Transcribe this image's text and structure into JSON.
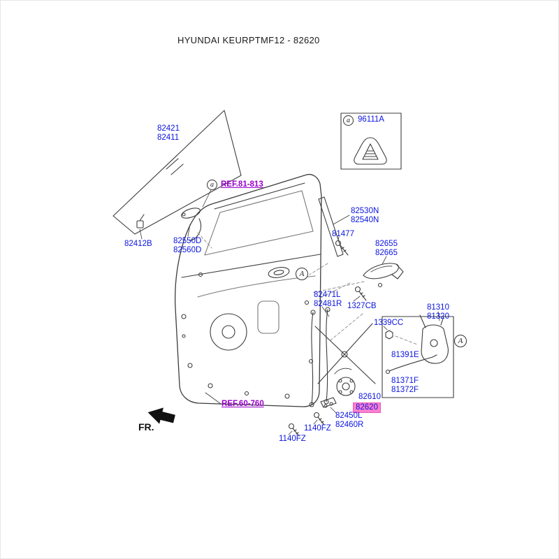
{
  "title": "HYUNDAI KEURPTMF12 - 82620",
  "colors": {
    "label_blue": "#0a14e0",
    "ref_purple": "#9900cc",
    "highlight_pink": "#ff7fd0",
    "line_gray": "#3c3c3c"
  },
  "parts": {
    "glass": "82421\n82411",
    "clip": "82412B",
    "inner_handle": "82550D\n82560D",
    "ref_81_813": "REF.81-813",
    "emblem": "96111A",
    "glass_run": "82530N\n82540N",
    "screw_81477": "81477",
    "outer_handle": "82655\n82665",
    "regulator": "82471L\n82481R",
    "bolt_1327cb": "1327CB",
    "nut_1339cc": "1339CC",
    "latch": "81310\n81320",
    "cable": "81391E",
    "latch_sub": "81371F\n81372F",
    "motor": "82610",
    "selected": "82620",
    "bracket": "82450L\n82460R",
    "bolt_1140fz_a": "1140FZ",
    "bolt_1140fz_b": "1140FZ",
    "ref_60_760": "REF.60-760"
  },
  "callouts": {
    "a_handle": "a",
    "a_emblem": "a",
    "A_door": "A",
    "A_latch": "A"
  },
  "fr": "FR."
}
